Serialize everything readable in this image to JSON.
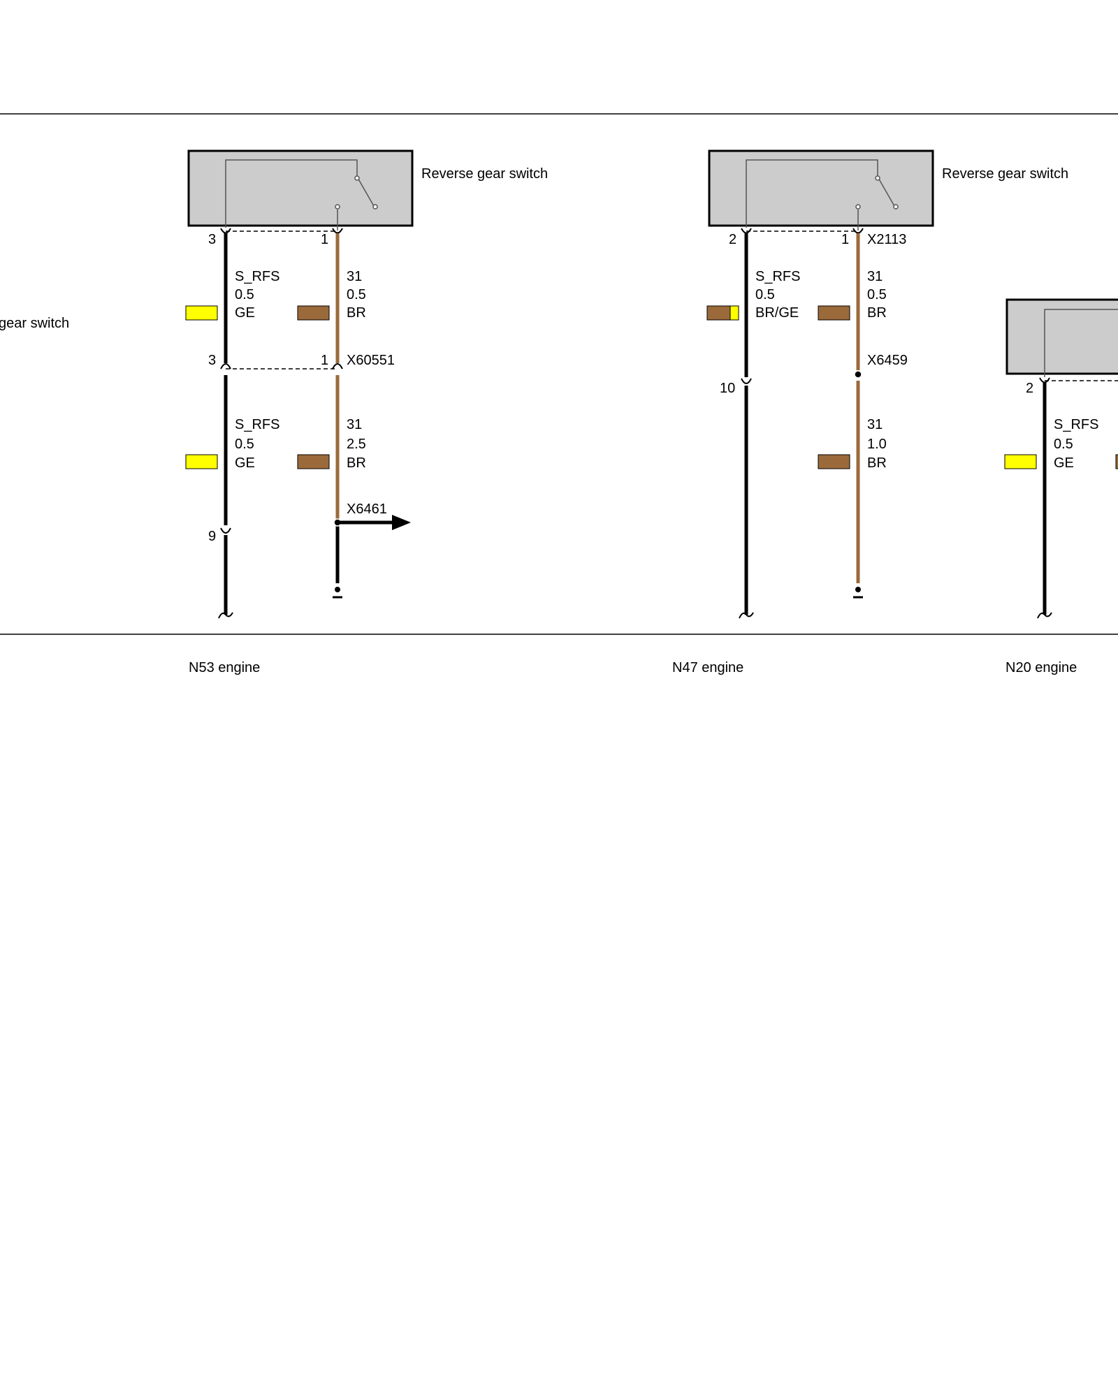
{
  "colors": {
    "wire_black": "#000000",
    "wire_brown": "#9b6a3b",
    "swatch_yellow": "#ffff00",
    "swatch_brown": "#9b6a3b",
    "component_fill": "#cccccc"
  },
  "left_cut_label": "gear switch",
  "panels": {
    "n53": {
      "component_label": "Reverse gear switch",
      "pin_top_left": "3",
      "pin_top_right": "1",
      "pin_mid_left": "3",
      "pin_mid_right": "1",
      "connector_mid": "X60551",
      "pin_bottom_left": "9",
      "connector_bottom": "X6461",
      "wire_a_upper": {
        "signal": "S_RFS",
        "size": "0.5",
        "color": "GE"
      },
      "wire_b_upper": {
        "signal": "31",
        "size": "0.5",
        "color": "BR"
      },
      "wire_a_lower": {
        "signal": "S_RFS",
        "size": "0.5",
        "color": "GE"
      },
      "wire_b_lower": {
        "signal": "31",
        "size": "2.5",
        "color": "BR"
      },
      "engine_label": "N53 engine"
    },
    "n47": {
      "component_label": "Reverse gear switch",
      "pin_top_left": "2",
      "pin_top_right": "1",
      "connector_top": "X2113",
      "connector_mid": "X6459",
      "pin_mid_left": "10",
      "wire_a_upper": {
        "signal": "S_RFS",
        "size": "0.5",
        "color": "BR/GE"
      },
      "wire_b_upper": {
        "signal": "31",
        "size": "0.5",
        "color": "BR"
      },
      "wire_b_lower": {
        "signal": "31",
        "size": "1.0",
        "color": "BR"
      },
      "engine_label": "N47 engine"
    },
    "n20": {
      "pin_top_left": "2",
      "wire_a_upper": {
        "signal": "S_RFS",
        "size": "0.5",
        "color": "GE"
      },
      "engine_label": "N20 engine"
    }
  }
}
